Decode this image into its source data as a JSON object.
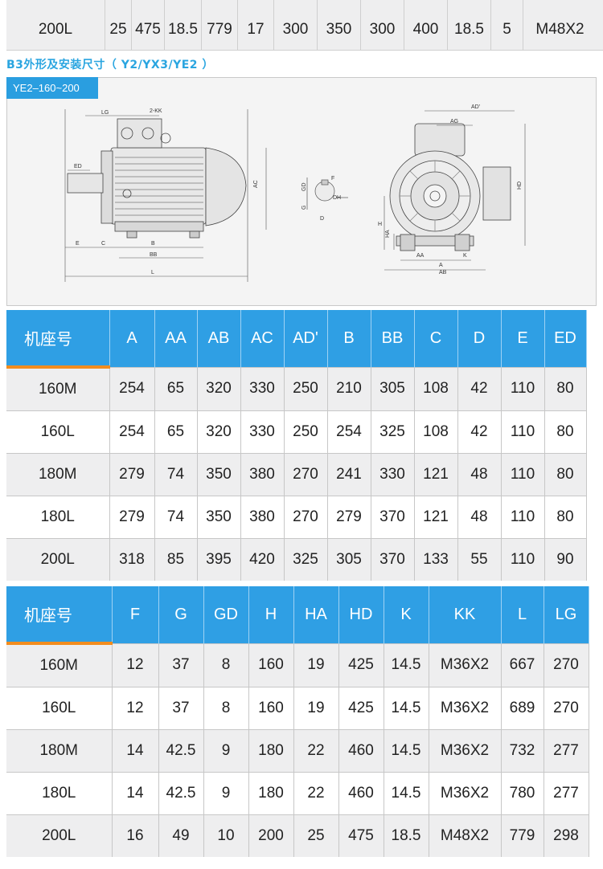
{
  "top_row": [
    "200L",
    "25",
    "475",
    "18.5",
    "779",
    "17",
    "300",
    "350",
    "300",
    "400",
    "18.5",
    "5",
    "M48X2"
  ],
  "section_title": "B3外形及安装尺寸（ Y2/YX3/YE2 ）",
  "drawing": {
    "tag": "YE2–160~200",
    "labels": [
      "LG",
      "2-KK",
      "ED",
      "AC",
      "E",
      "C",
      "B",
      "BB",
      "L",
      "GD",
      "F",
      "DH",
      "G",
      "D",
      "AD'",
      "AG",
      "HD",
      "H",
      "HA",
      "AA",
      "K",
      "A",
      "AB"
    ]
  },
  "table1": {
    "headers": [
      "机座号",
      "A",
      "AA",
      "AB",
      "AC",
      "AD'",
      "B",
      "BB",
      "C",
      "D",
      "E",
      "ED"
    ],
    "rows": [
      [
        "160M",
        "254",
        "65",
        "320",
        "330",
        "250",
        "210",
        "305",
        "108",
        "42",
        "110",
        "80"
      ],
      [
        "160L",
        "254",
        "65",
        "320",
        "330",
        "250",
        "254",
        "325",
        "108",
        "42",
        "110",
        "80"
      ],
      [
        "180M",
        "279",
        "74",
        "350",
        "380",
        "270",
        "241",
        "330",
        "121",
        "48",
        "110",
        "80"
      ],
      [
        "180L",
        "279",
        "74",
        "350",
        "380",
        "270",
        "279",
        "370",
        "121",
        "48",
        "110",
        "80"
      ],
      [
        "200L",
        "318",
        "85",
        "395",
        "420",
        "325",
        "305",
        "370",
        "133",
        "55",
        "110",
        "90"
      ]
    ]
  },
  "table2": {
    "headers": [
      "机座号",
      "F",
      "G",
      "GD",
      "H",
      "HA",
      "HD",
      "K",
      "KK",
      "L",
      "LG"
    ],
    "rows": [
      [
        "160M",
        "12",
        "37",
        "8",
        "160",
        "19",
        "425",
        "14.5",
        "M36X2",
        "667",
        "270"
      ],
      [
        "160L",
        "12",
        "37",
        "8",
        "160",
        "19",
        "425",
        "14.5",
        "M36X2",
        "689",
        "270"
      ],
      [
        "180M",
        "14",
        "42.5",
        "9",
        "180",
        "22",
        "460",
        "14.5",
        "M36X2",
        "732",
        "277"
      ],
      [
        "180L",
        "14",
        "42.5",
        "9",
        "180",
        "22",
        "460",
        "14.5",
        "M36X2",
        "780",
        "277"
      ],
      [
        "200L",
        "16",
        "49",
        "10",
        "200",
        "25",
        "475",
        "18.5",
        "M48X2",
        "779",
        "298"
      ]
    ]
  }
}
